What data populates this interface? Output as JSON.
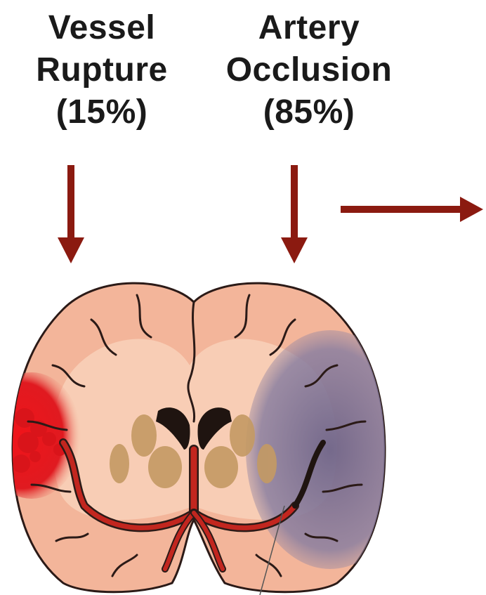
{
  "labels": {
    "left": {
      "line1": "Vessel",
      "line2": "Rupture",
      "line3": "(15%)"
    },
    "right": {
      "line1": "Artery",
      "line2": "Occlusion",
      "line3": "(85%)"
    }
  },
  "colors": {
    "arrow": "#8b1a10",
    "brain_tissue": "#f3b59a",
    "brain_outline": "#2b1a17",
    "hemorrhage": "#e0171a",
    "ischemia": "#7a6f92",
    "artery": "#c2261f",
    "basal_ganglia": "#c49a63"
  },
  "icons": [
    "down-arrow-icon",
    "down-arrow-icon",
    "right-arrow-icon"
  ]
}
